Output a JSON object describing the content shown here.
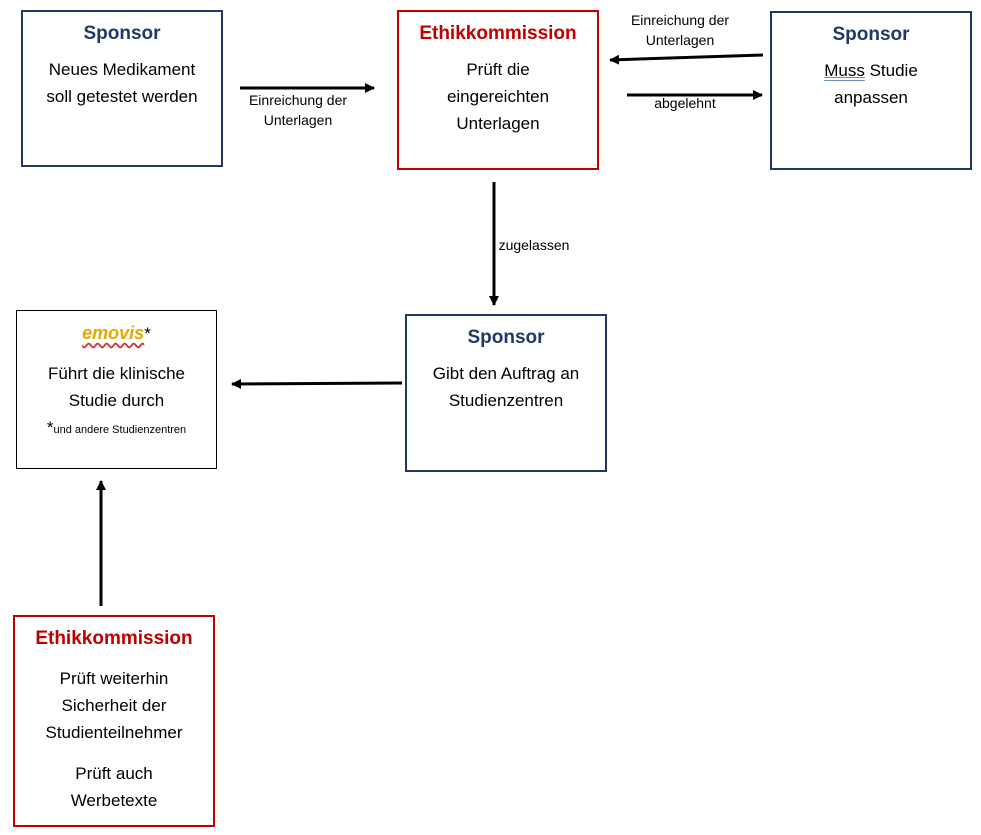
{
  "nodes": {
    "sponsor_start": {
      "title": "Sponsor",
      "text": "Neues Medikament\nsoll getestet werden"
    },
    "ethik_review": {
      "title": "Ethikkommission",
      "text": "Prüft die\neingereichten\nUnterlagen"
    },
    "sponsor_adjust": {
      "title": "Sponsor",
      "text_underlined": "Muss",
      "text_rest": " Studie",
      "text_line2": "anpassen"
    },
    "sponsor_assign": {
      "title": "Sponsor",
      "text": "Gibt den Auftrag an\nStudienzentren"
    },
    "emovis": {
      "brand": "emovis",
      "brand_mark": "*",
      "text": "Führt die klinische\nStudie durch",
      "footnote_star": "*",
      "footnote_text": "und andere Studienzentren"
    },
    "ethik_monitor": {
      "title": "Ethikkommission",
      "text": "Prüft weiterhin\nSicherheit der\nStudienteilnehmer",
      "text2": "Prüft auch\nWerbetexte"
    }
  },
  "edges": {
    "submit_1": "Einreichung der\nUnterlagen",
    "submit_2": "Einreichung der\nUnterlagen",
    "rejected": "abgelehnt",
    "approved": "zugelassen"
  },
  "colors": {
    "sponsor": "#1f3864",
    "ethik": "#c00000",
    "brand": "#e6a800",
    "arrow": "#000000"
  }
}
